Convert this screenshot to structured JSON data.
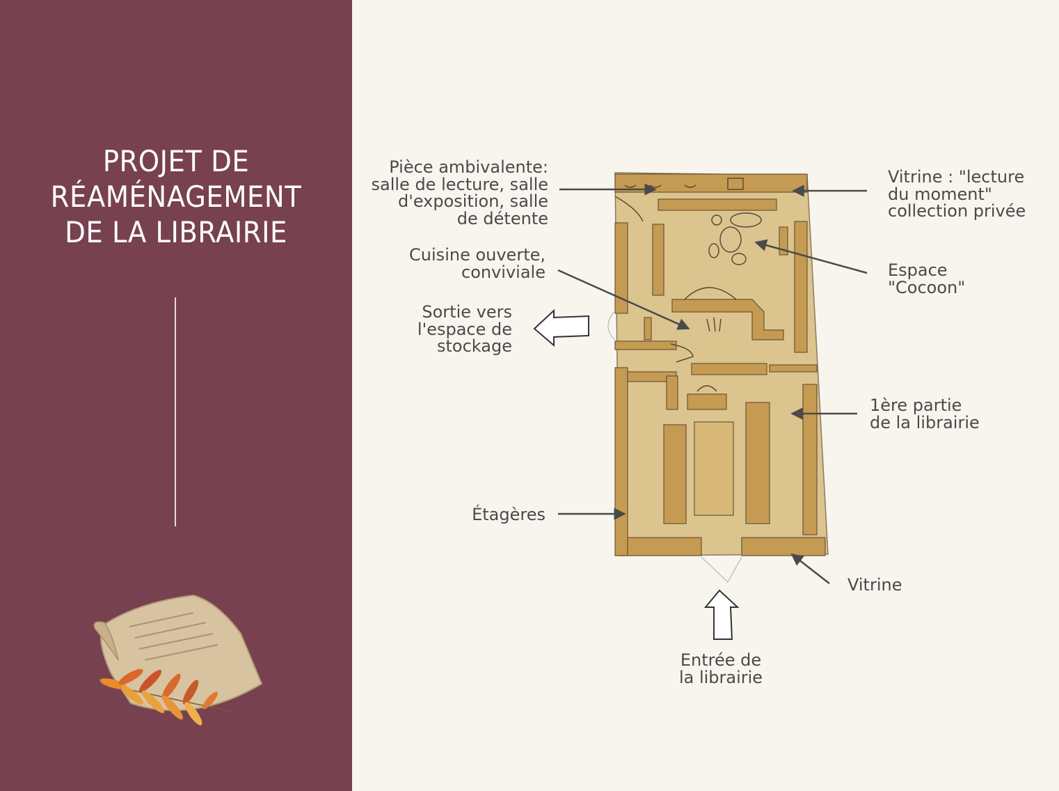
{
  "sidebar": {
    "title_lines": [
      "PROJET DE",
      "RÉAMÉNAGEMENT",
      "DE LA LIBRAIRIE"
    ]
  },
  "labels": {
    "piece": [
      "Pièce ambivalente:",
      "salle de lecture, salle",
      "d'exposition, salle",
      "de détente"
    ],
    "cuisine": [
      "Cuisine ouverte,",
      "conviviale"
    ],
    "sortie": [
      "Sortie vers",
      "l'espace de",
      "stockage"
    ],
    "etageres": [
      "Étagères"
    ],
    "vitrine_top": [
      "Vitrine : \"lecture",
      "du moment\"",
      "collection privée"
    ],
    "cocoon": [
      "Espace",
      "\"Cocoon\""
    ],
    "partie": [
      "1ère partie",
      "de la librairie"
    ],
    "vitrine_bottom": [
      "Vitrine"
    ],
    "entree": [
      "Entrée de",
      "la librairie"
    ]
  },
  "colors": {
    "sidebar_bg": "#774150",
    "page_bg": "#f8f5ef",
    "wall": "#c59a52",
    "floor": "#dcc48f",
    "text": "#4a4a4a"
  }
}
